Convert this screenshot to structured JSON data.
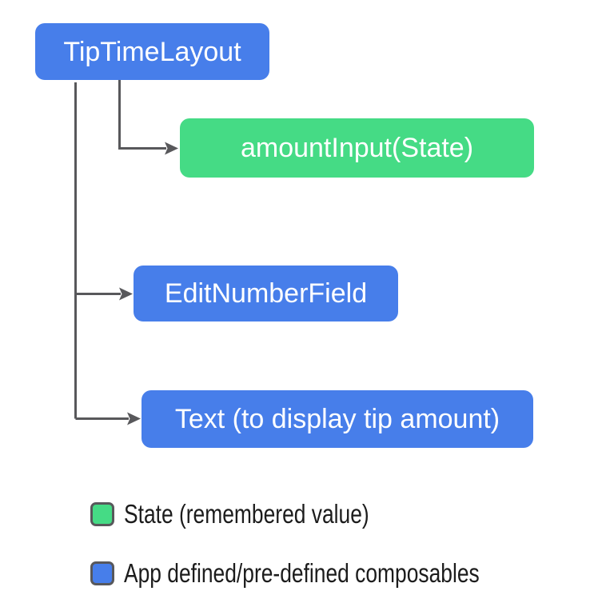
{
  "diagram": {
    "type": "component-hierarchy",
    "nodes": {
      "root": {
        "label": "TipTimeLayout",
        "kind": "composable"
      },
      "amount_input": {
        "label": "amountInput(State)",
        "kind": "state"
      },
      "edit_number_field": {
        "label": "EditNumberField",
        "kind": "composable"
      },
      "text_display": {
        "label": "Text (to display tip amount)",
        "kind": "composable"
      }
    },
    "edges": [
      {
        "from": "TipTimeLayout",
        "to": "amountInput(State)"
      },
      {
        "from": "TipTimeLayout",
        "to": "EditNumberField"
      },
      {
        "from": "TipTimeLayout",
        "to": "Text (to display tip amount)"
      }
    ],
    "legend": {
      "state": {
        "label": "State (remembered value)",
        "color": "#45DB85"
      },
      "composable": {
        "label": "App defined/pre-defined composables",
        "color": "#477EEA"
      }
    },
    "colors": {
      "composable_fill": "#477EEA",
      "state_fill": "#45DB85",
      "connector": "#58585b",
      "box_text": "#ffffff",
      "legend_text": "#1c1c1c",
      "background": "#ffffff"
    }
  }
}
